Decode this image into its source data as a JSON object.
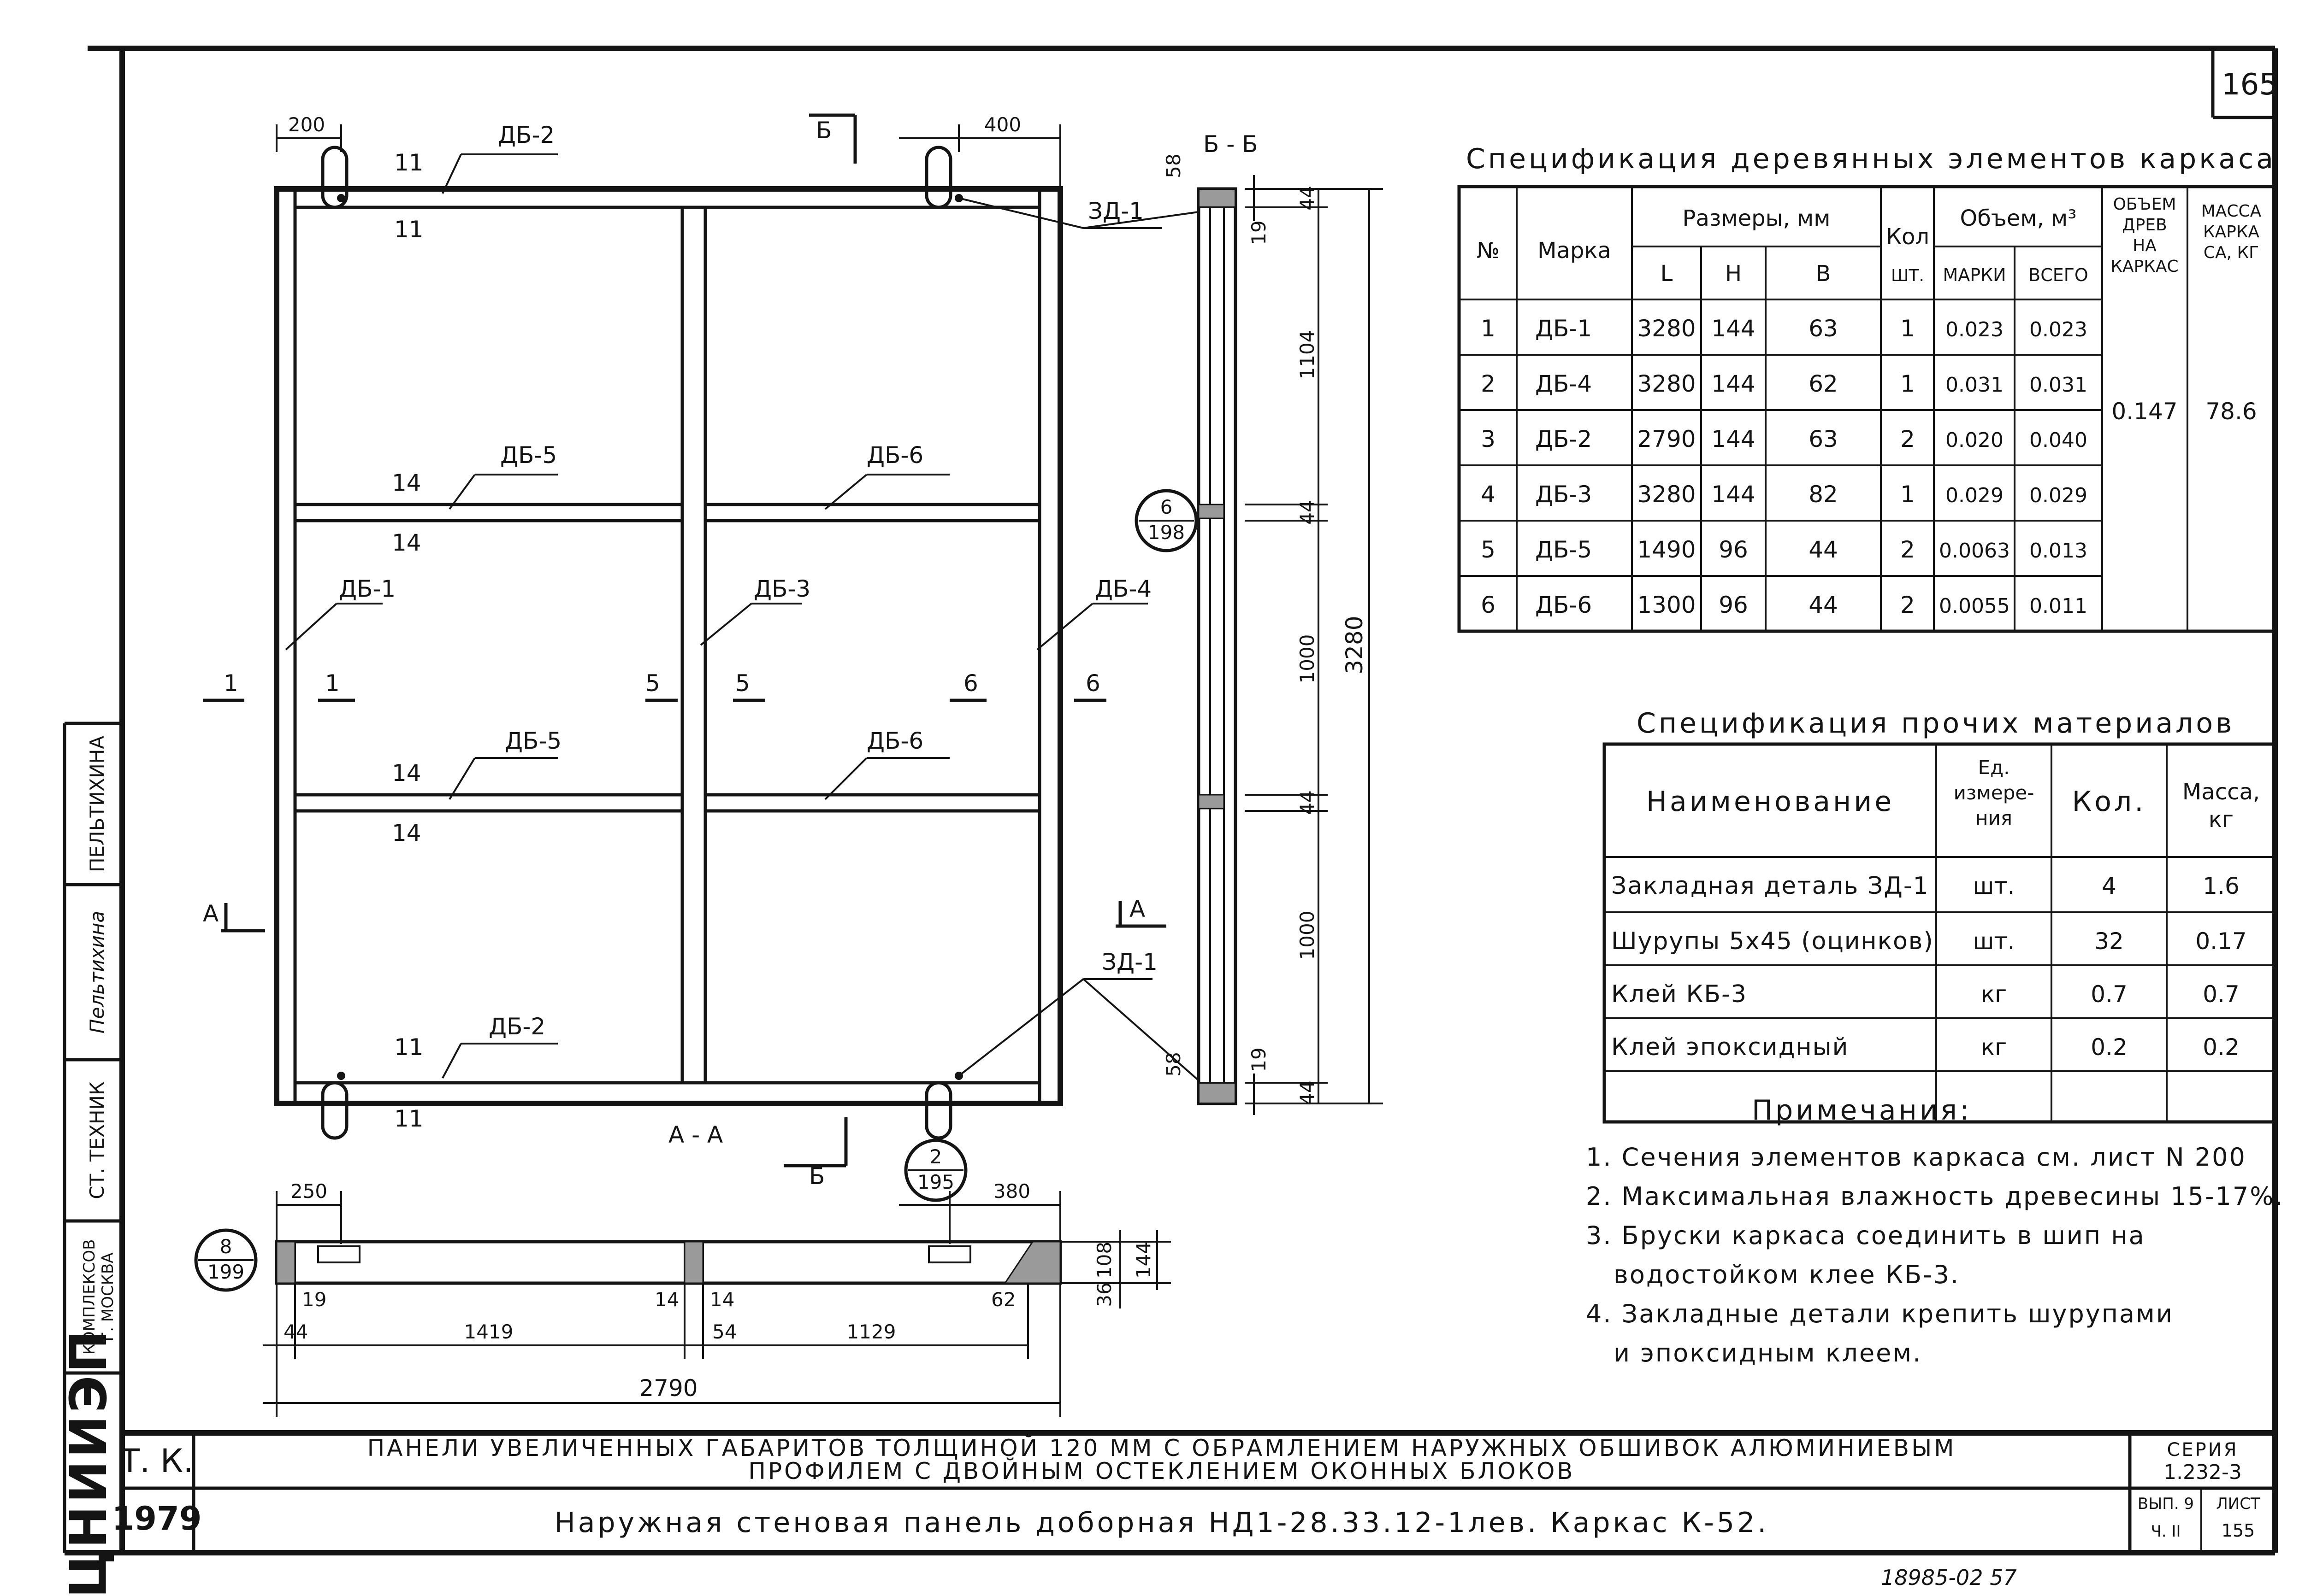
{
  "corner": {
    "sheet_number": "165"
  },
  "margin": {
    "name": "ПЕЛЬТИХИНА",
    "signature": "Пельтихина",
    "role": "СТ. ТЕХНИК",
    "org_line1": "КОМПЛЕКСОВ",
    "org_line2": "Г. МОСКВА",
    "logo": "ЦНИИЭП"
  },
  "elevation": {
    "dim_200": "200",
    "dim_400": "400",
    "cut_b": "Б",
    "cut_a": "А",
    "sec_1": "1",
    "sec_5": "5",
    "sec_6": "6",
    "sec_11": "11",
    "sec_14": "14",
    "db1": "ДБ-1",
    "db2": "ДБ-2",
    "db3": "ДБ-3",
    "db4": "ДБ-4",
    "db5": "ДБ-5",
    "db6": "ДБ-6",
    "zd1": "ЗД-1",
    "view_aa": "А - А"
  },
  "section_bb": {
    "title": "Б - Б",
    "d58": "58",
    "d19": "19",
    "d44": "44",
    "d1104": "1104",
    "d1000": "1000",
    "d3280": "3280"
  },
  "refs": {
    "r1_num": "6",
    "r1_den": "198",
    "r2_num": "2",
    "r2_den": "195",
    "r3_num": "8",
    "r3_den": "199"
  },
  "section_aa": {
    "d250": "250",
    "d380": "380",
    "d19": "19",
    "d44": "44",
    "d1419": "1419",
    "d14": "14",
    "d54": "54",
    "d1129": "1129",
    "d62": "62",
    "d2790": "2790",
    "d108": "108",
    "d144": "144",
    "d36": "36"
  },
  "wood_spec": {
    "title": "Спецификация деревянных элементов каркаса",
    "headers": {
      "no": "№",
      "mark": "Марка",
      "sizes": "Размеры, мм",
      "l": "L",
      "h": "Н",
      "b": "В",
      "qty_line1": "Кол",
      "qty_line2": "ШТ.",
      "volume": "Объем, м³",
      "vol_mark": "МАРКИ",
      "vol_total": "ВСЕГО",
      "vol_wood_l1": "ОБЪЕМ",
      "vol_wood_l2": "ДРЕВ",
      "vol_wood_l3": "НА",
      "vol_wood_l4": "КАРКАС",
      "mass_l1": "МАССА",
      "mass_l2": "КАРКА",
      "mass_l3": "СА, КГ"
    },
    "rows": [
      [
        "1",
        "ДБ-1",
        "3280",
        "144",
        "63",
        "1",
        "0.023",
        "0.023"
      ],
      [
        "2",
        "ДБ-4",
        "3280",
        "144",
        "62",
        "1",
        "0.031",
        "0.031"
      ],
      [
        "3",
        "ДБ-2",
        "2790",
        "144",
        "63",
        "2",
        "0.020",
        "0.040"
      ],
      [
        "4",
        "ДБ-3",
        "3280",
        "144",
        "82",
        "1",
        "0.029",
        "0.029"
      ],
      [
        "5",
        "ДБ-5",
        "1490",
        "96",
        "44",
        "2",
        "0.0063",
        "0.013"
      ],
      [
        "6",
        "ДБ-6",
        "1300",
        "96",
        "44",
        "2",
        "0.0055",
        "0.011"
      ]
    ],
    "vol_wood_total": "0.147",
    "mass_total": "78.6"
  },
  "materials_spec": {
    "title": "Спецификация прочих материалов",
    "headers": {
      "name": "Наименование",
      "unit_l1": "Ед.",
      "unit_l2": "измере-",
      "unit_l3": "ния",
      "qty": "Кол.",
      "mass_l1": "Масса,",
      "mass_l2": "кг"
    },
    "rows": [
      [
        "Закладная деталь ЗД-1",
        "шт.",
        "4",
        "1.6"
      ],
      [
        "Шурупы 5х45 (оцинков)",
        "шт.",
        "32",
        "0.17"
      ],
      [
        "Клей КБ-3",
        "кг",
        "0.7",
        "0.7"
      ],
      [
        "Клей эпоксидный",
        "кг",
        "0.2",
        "0.2"
      ]
    ]
  },
  "notes": {
    "title": "Примечания:",
    "items": [
      "1. Сечения элементов каркаса см. лист N 200",
      "2. Максимальная влажность древесины 15-17%.",
      "3. Бруски каркаса соединить в шип на",
      "водостойком клее КБ-3.",
      "4. Закладные детали крепить шурупами",
      "и эпоксидным клеем."
    ]
  },
  "title_block": {
    "org": "Т. К.",
    "year": "1979",
    "title_line1": "ПАНЕЛИ УВЕЛИЧЕННЫХ ГАБАРИТОВ ТОЛЩИНОЙ 120 ММ С ОБРАМЛЕНИЕМ НАРУЖНЫХ ОБШИВОК АЛЮМИНИЕВЫМ",
    "title_line2": "ПРОФИЛЕМ С ДВОЙНЫМ ОСТЕКЛЕНИЕМ ОКОННЫХ БЛОКОВ",
    "subject": "Наружная стеновая панель доборная НД1-28.33.12-1лев. Каркас К-52.",
    "series_label": "СЕРИЯ",
    "series": "1.232-3",
    "issue_label": "ВЫП. 9",
    "part_label": "Ч. II",
    "list_label": "ЛИСТ",
    "list_value": "155",
    "stamp": "18985-02 57"
  }
}
